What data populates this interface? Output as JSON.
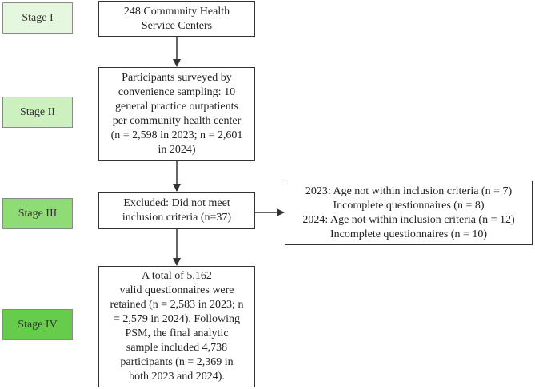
{
  "stages": [
    {
      "label": "Stage I"
    },
    {
      "label": "Stage II"
    },
    {
      "label": "Stage III"
    },
    {
      "label": "Stage IV"
    }
  ],
  "boxes": {
    "centers": "248 Community Health\nService Centers",
    "participants": "Participants surveyed by\nconvenience sampling: 10\ngeneral practice outpatients\nper community health center\n(n = 2,598 in 2023; n = 2,601\nin 2024)",
    "excluded": "Excluded: Did not meet\ninclusion criteria  (n=37)",
    "exclusion_details": "2023: Age not within inclusion criteria (n = 7)\nIncomplete questionnaires (n = 8)\n2024: Age not within inclusion criteria (n = 12)\nIncomplete questionnaires (n = 10)",
    "retained": "A total of 5,162\nvalid questionnaires were\nretained (n = 2,583 in 2023; n\n= 2,579 in 2024). Following\nPSM, the final analytic\nsample included 4,738\nparticipants (n = 2,369 in\nboth 2023 and 2024)."
  }
}
